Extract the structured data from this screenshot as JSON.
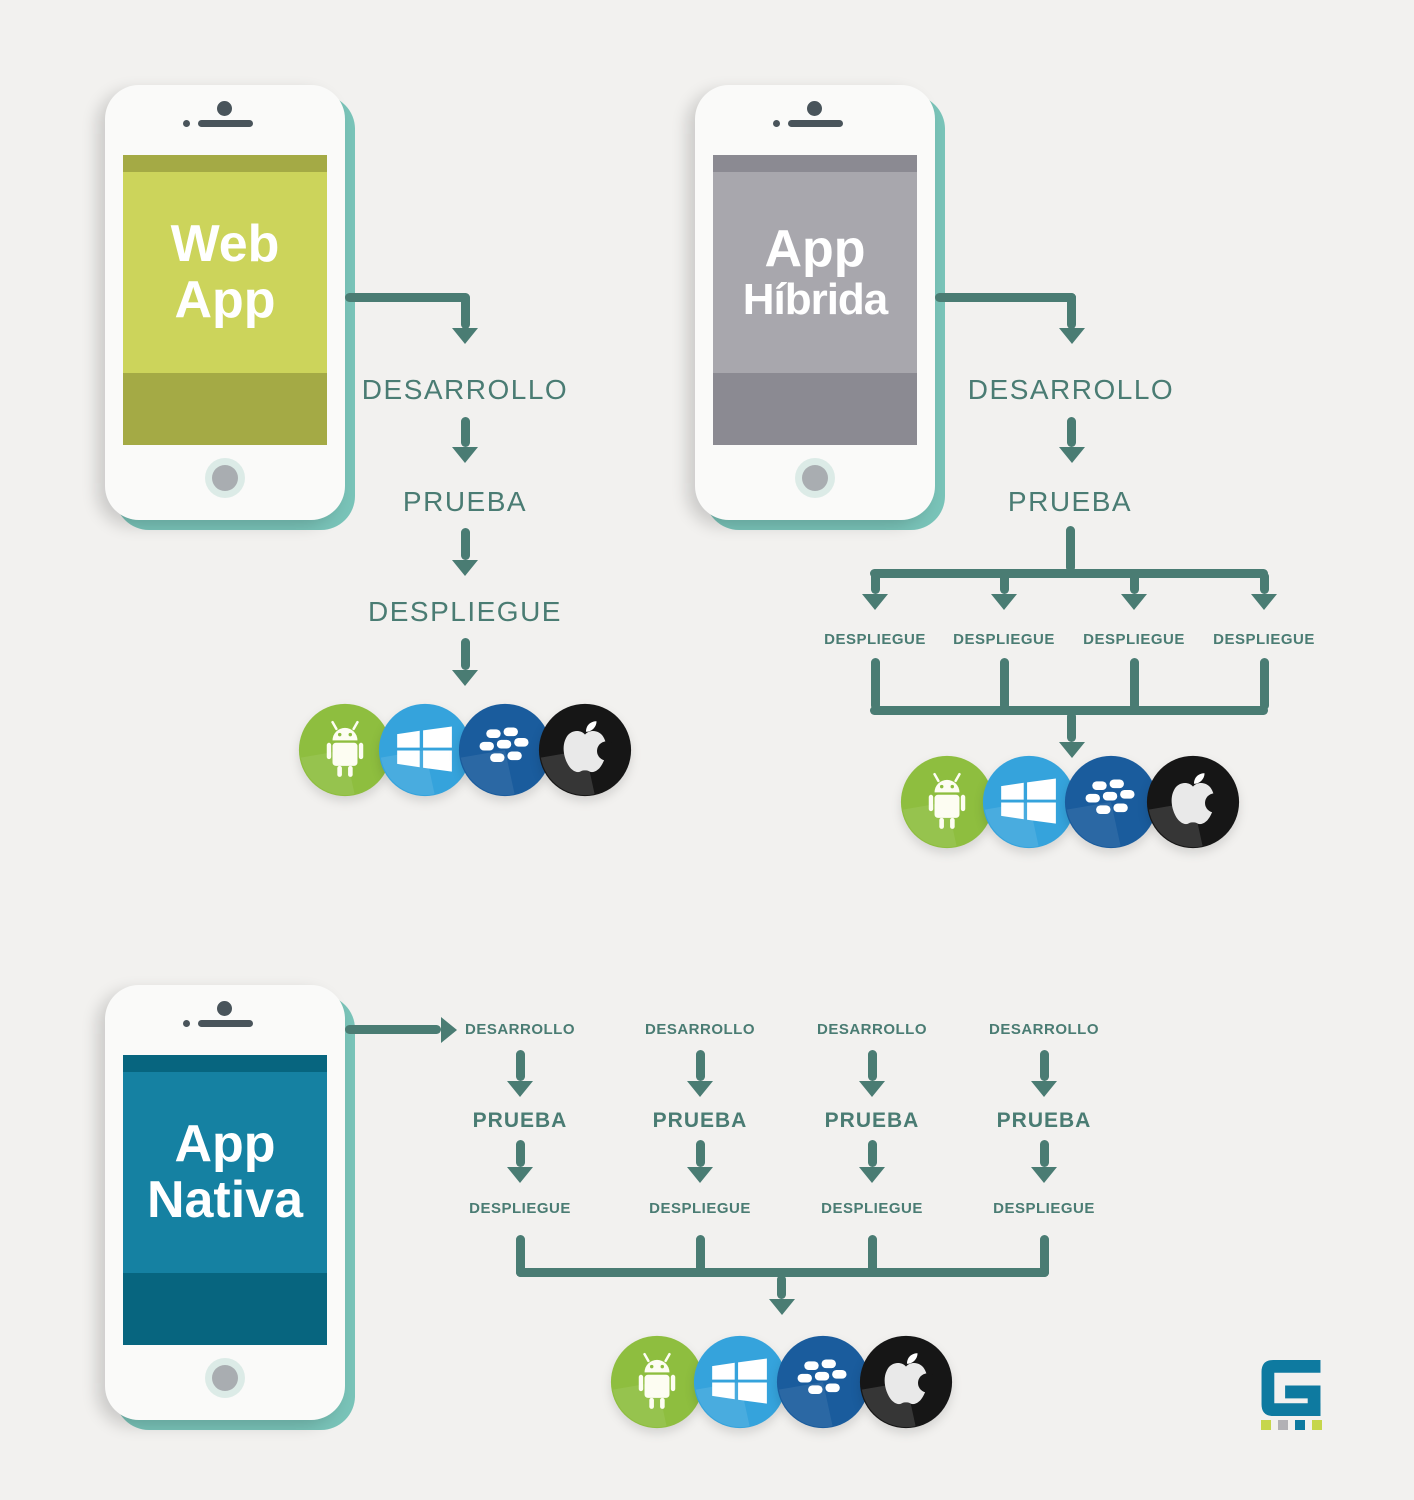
{
  "colors": {
    "background": "#f2f1ef",
    "flow": "#4a7c73",
    "phone_body": "#fafaf9",
    "phone_outline": "#79c3b8",
    "phone_detail": "#49545b",
    "home_ring": "#dcebe7",
    "home_dot": "#a9adb1",
    "web_screen": "#ccd45b",
    "web_band": "#a4aa45",
    "hybrid_screen": "#a8a7ad",
    "hybrid_band": "#8b8a92",
    "native_screen": "#1581a2",
    "native_band": "#07657f",
    "android": "#8ebe3f",
    "windows": "#35a3dc",
    "blackberry": "#1a5c9d",
    "apple": "#161616",
    "logo_teal": "#0e7aa0",
    "logo_green": "#c6d64b",
    "logo_gray": "#b2b1b5",
    "title_text": "#ffffff"
  },
  "web": {
    "title_line1": "Web",
    "title_line2": "App",
    "step_desarrollo": "DESARROLLO",
    "step_prueba": "PRUEBA",
    "step_despliegue": "DESPLIEGUE",
    "platforms": [
      "android",
      "windows",
      "blackberry",
      "apple"
    ]
  },
  "hybrid": {
    "title_line1": "App",
    "title_line2": "Híbrida",
    "step_desarrollo": "DESARROLLO",
    "step_prueba": "PRUEBA",
    "deploy_labels": [
      "DESPLIEGUE",
      "DESPLIEGUE",
      "DESPLIEGUE",
      "DESPLIEGUE"
    ],
    "platforms": [
      "android",
      "windows",
      "blackberry",
      "apple"
    ]
  },
  "native": {
    "title_line1": "App",
    "title_line2": "Nativa",
    "columns": [
      {
        "desarrollo": "DESARROLLO",
        "prueba": "PRUEBA",
        "despliegue": "DESPLIEGUE"
      },
      {
        "desarrollo": "DESARROLLO",
        "prueba": "PRUEBA",
        "despliegue": "DESPLIEGUE"
      },
      {
        "desarrollo": "DESARROLLO",
        "prueba": "PRUEBA",
        "despliegue": "DESPLIEGUE"
      },
      {
        "desarrollo": "DESARROLLO",
        "prueba": "PRUEBA",
        "despliegue": "DESPLIEGUE"
      }
    ],
    "platforms": [
      "android",
      "windows",
      "blackberry",
      "apple"
    ]
  },
  "logo": {
    "letter": "G",
    "squares": [
      "green",
      "gray",
      "teal",
      "green"
    ]
  }
}
